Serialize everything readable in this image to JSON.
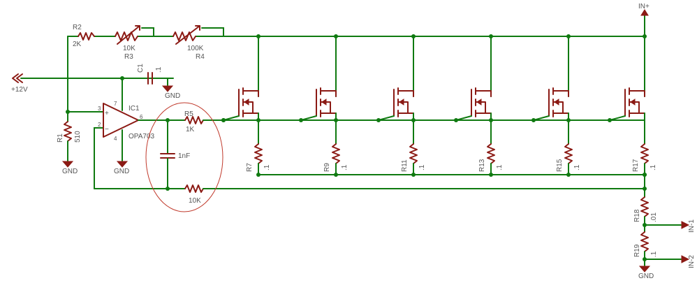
{
  "colors": {
    "wire": "#0f7a10",
    "part": "#8b1a14",
    "text": "#555555",
    "annotation": "#c0392b"
  },
  "labels": {
    "in_plus": "IN+",
    "supply": "+12V",
    "gnd": "GND",
    "ic": "IC1",
    "opamp": "OPA703",
    "pin3": "3",
    "pin2": "2",
    "pin6": "6",
    "pin7": "7",
    "pin4": "4",
    "r1": "R1",
    "r1_val": "510",
    "r2": "R2",
    "r2_val": "2K",
    "r3": "R3",
    "r3_val": "10K",
    "r4": "R4",
    "r4_val": "100K",
    "c1": "C1",
    "c1_val": ".1",
    "r5": "R5",
    "r5_val": "1K",
    "cap_val": "1nF",
    "fb_val": "10K",
    "r18": "R18",
    "r18_val": ".01",
    "r19": "R19",
    "r19_val": ".1",
    "in1": "IN-1",
    "in2": "IN-2"
  },
  "sense": [
    {
      "name": "R7",
      "value": ".1"
    },
    {
      "name": "R9",
      "value": ".1"
    },
    {
      "name": "R11",
      "value": ".1"
    },
    {
      "name": "R13",
      "value": ".1"
    },
    {
      "name": "R15",
      "value": ".1"
    },
    {
      "name": "R17",
      "value": ".1"
    }
  ]
}
